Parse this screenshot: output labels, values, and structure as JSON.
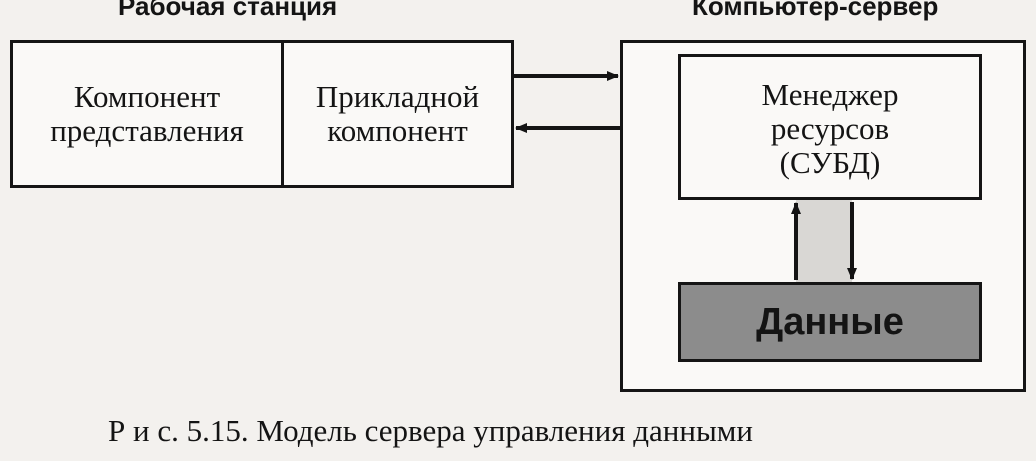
{
  "workstation": {
    "title": "Рабочая станция",
    "presentation_component": [
      "Компонент",
      "представления"
    ],
    "application_component": [
      "Прикладной",
      "компонент"
    ]
  },
  "server": {
    "title": "Компьютер-сервер",
    "resource_manager": [
      "Менеджер",
      "ресурсов",
      "(СУБД)"
    ],
    "data_label": "Данные"
  },
  "caption": {
    "prefix": "Р и с.",
    "text": "5.15. Модель сервера управления данными"
  },
  "colors": {
    "ink": "#141414",
    "data_fill": "#8c8c8c",
    "connector_fill": "#d9d7d4",
    "paper": "#f3f1ee"
  }
}
